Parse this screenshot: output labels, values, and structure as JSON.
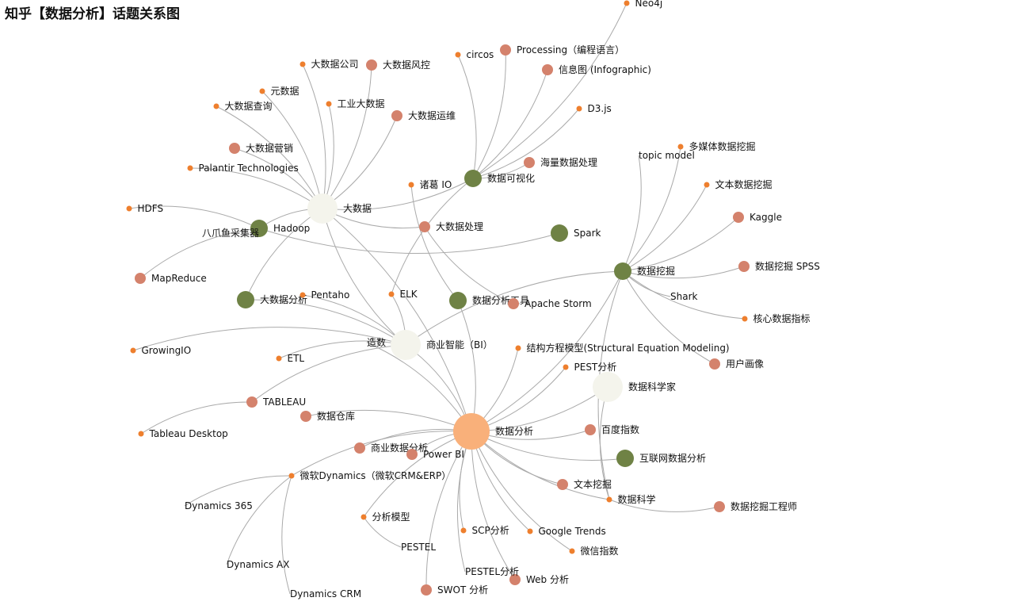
{
  "title": "知乎【数据分析】话题关系图",
  "colors": {
    "hub": "#f9b07a",
    "major": "#f4f4ec",
    "secondary": "#6f8245",
    "topic": "#d4826c",
    "leaf": "#ee7f2e",
    "link": "#aaaaaa",
    "text": "#111111"
  },
  "nodes": [
    {
      "id": "data-analysis",
      "label": "数据分析",
      "kind": "hub"
    },
    {
      "id": "bi",
      "label": "商业智能（BI）",
      "kind": "major"
    },
    {
      "id": "bigdata",
      "label": "大数据",
      "kind": "major"
    },
    {
      "id": "data-scientist",
      "label": "数据科学家",
      "kind": "major"
    },
    {
      "id": "hadoop",
      "label": "Hadoop",
      "kind": "secondary"
    },
    {
      "id": "bigdata-analysis",
      "label": "大数据分析",
      "kind": "secondary"
    },
    {
      "id": "visualization",
      "label": "数据可视化",
      "kind": "secondary"
    },
    {
      "id": "analysis-tools",
      "label": "数据分析工具",
      "kind": "secondary"
    },
    {
      "id": "spark",
      "label": "Spark",
      "kind": "secondary"
    },
    {
      "id": "data-mining",
      "label": "数据挖掘",
      "kind": "secondary"
    },
    {
      "id": "internet-analysis",
      "label": "互联网数据分析",
      "kind": "secondary"
    },
    {
      "id": "bigdata-risk",
      "label": "大数据风控",
      "kind": "topic"
    },
    {
      "id": "bigdata-ops",
      "label": "大数据运维",
      "kind": "topic"
    },
    {
      "id": "bigdata-marketing",
      "label": "大数据营销",
      "kind": "topic"
    },
    {
      "id": "mapreduce",
      "label": "MapReduce",
      "kind": "topic"
    },
    {
      "id": "processing",
      "label": "Processing（编程语言）",
      "kind": "topic"
    },
    {
      "id": "infographic",
      "label": "信息图 (Infographic)",
      "kind": "topic"
    },
    {
      "id": "massive-data",
      "label": "海量数据处理",
      "kind": "topic"
    },
    {
      "id": "bigdata-processing",
      "label": "大数据处理",
      "kind": "topic"
    },
    {
      "id": "apache-storm",
      "label": "Apache Storm",
      "kind": "topic"
    },
    {
      "id": "kaggle",
      "label": "Kaggle",
      "kind": "topic"
    },
    {
      "id": "spss",
      "label": "数据挖掘 SPSS",
      "kind": "topic"
    },
    {
      "id": "user-profile",
      "label": "用户画像",
      "kind": "topic"
    },
    {
      "id": "baidu-index",
      "label": "百度指数",
      "kind": "topic"
    },
    {
      "id": "text-mining",
      "label": "文本挖掘",
      "kind": "topic"
    },
    {
      "id": "dm-engineer",
      "label": "数据挖掘工程师",
      "kind": "topic"
    },
    {
      "id": "tableau",
      "label": "TABLEAU",
      "kind": "topic"
    },
    {
      "id": "data-warehouse",
      "label": "数据仓库",
      "kind": "topic"
    },
    {
      "id": "business-analysis",
      "label": "商业数据分析",
      "kind": "topic"
    },
    {
      "id": "power-bi",
      "label": "Power BI",
      "kind": "topic"
    },
    {
      "id": "web-analysis",
      "label": "Web 分析",
      "kind": "topic"
    },
    {
      "id": "swot",
      "label": "SWOT 分析",
      "kind": "topic"
    },
    {
      "id": "neo4j",
      "label": "Neo4j",
      "kind": "leaf"
    },
    {
      "id": "circos",
      "label": "circos",
      "kind": "leaf"
    },
    {
      "id": "d3js",
      "label": "D3.js",
      "kind": "leaf"
    },
    {
      "id": "bigdata-company",
      "label": "大数据公司",
      "kind": "leaf"
    },
    {
      "id": "metadata",
      "label": "元数据",
      "kind": "leaf"
    },
    {
      "id": "industrial-bigdata",
      "label": "工业大数据",
      "kind": "leaf"
    },
    {
      "id": "bigdata-query",
      "label": "大数据查询",
      "kind": "leaf"
    },
    {
      "id": "palantir",
      "label": "Palantir Technologies",
      "kind": "leaf"
    },
    {
      "id": "hdfs",
      "label": "HDFS",
      "kind": "leaf"
    },
    {
      "id": "zhuge-io",
      "label": "诸葛 IO",
      "kind": "leaf"
    },
    {
      "id": "multimedia-mining",
      "label": "多媒体数据挖掘",
      "kind": "leaf"
    },
    {
      "id": "text-data-mining",
      "label": "文本数据挖掘",
      "kind": "leaf"
    },
    {
      "id": "core-metrics",
      "label": "核心数据指标",
      "kind": "leaf"
    },
    {
      "id": "pentaho",
      "label": "Pentaho",
      "kind": "leaf"
    },
    {
      "id": "elk",
      "label": "ELK",
      "kind": "leaf"
    },
    {
      "id": "growingio",
      "label": "GrowingIO",
      "kind": "leaf"
    },
    {
      "id": "etl",
      "label": "ETL",
      "kind": "leaf"
    },
    {
      "id": "sem",
      "label": "结构方程模型(Structural Equation Modeling)",
      "kind": "leaf"
    },
    {
      "id": "pest-analysis",
      "label": "PEST分析",
      "kind": "leaf"
    },
    {
      "id": "tableau-desktop",
      "label": "Tableau Desktop",
      "kind": "leaf"
    },
    {
      "id": "dynamics",
      "label": "微软Dynamics（微软CRM&ERP）",
      "kind": "leaf"
    },
    {
      "id": "data-science",
      "label": "数据科学",
      "kind": "leaf"
    },
    {
      "id": "analysis-model",
      "label": "分析模型",
      "kind": "leaf"
    },
    {
      "id": "scp-analysis",
      "label": "SCP分析",
      "kind": "leaf"
    },
    {
      "id": "google-trends",
      "label": "Google Trends",
      "kind": "leaf"
    },
    {
      "id": "wechat-index",
      "label": "微信指数",
      "kind": "leaf"
    },
    {
      "id": "topic-model",
      "label": "topic model",
      "kind": "plain"
    },
    {
      "id": "shark",
      "label": "Shark",
      "kind": "plain"
    },
    {
      "id": "bazhuayu",
      "label": "八爪鱼采集器",
      "kind": "plain"
    },
    {
      "id": "zaoshu",
      "label": "造数",
      "kind": "plain"
    },
    {
      "id": "dynamics-365",
      "label": "Dynamics 365",
      "kind": "plain"
    },
    {
      "id": "dynamics-ax",
      "label": "Dynamics AX",
      "kind": "plain"
    },
    {
      "id": "dynamics-crm",
      "label": "Dynamics CRM",
      "kind": "plain"
    },
    {
      "id": "pestel",
      "label": "PESTEL",
      "kind": "plain"
    },
    {
      "id": "pestel-analysis",
      "label": "PESTEL分析",
      "kind": "plain"
    }
  ],
  "links": [
    [
      "data-analysis",
      "bi"
    ],
    [
      "data-analysis",
      "bigdata"
    ],
    [
      "data-analysis",
      "data-scientist"
    ],
    [
      "data-analysis",
      "analysis-tools"
    ],
    [
      "data-analysis",
      "sem"
    ],
    [
      "data-analysis",
      "pest-analysis"
    ],
    [
      "data-analysis",
      "baidu-index"
    ],
    [
      "data-analysis",
      "internet-analysis"
    ],
    [
      "data-analysis",
      "text-mining"
    ],
    [
      "data-analysis",
      "data-science"
    ],
    [
      "data-analysis",
      "google-trends"
    ],
    [
      "data-analysis",
      "wechat-index"
    ],
    [
      "data-analysis",
      "web-analysis"
    ],
    [
      "data-analysis",
      "swot"
    ],
    [
      "data-analysis",
      "pestel-analysis"
    ],
    [
      "data-analysis",
      "scp-analysis"
    ],
    [
      "data-analysis",
      "analysis-model"
    ],
    [
      "data-analysis",
      "dynamics"
    ],
    [
      "data-analysis",
      "power-bi"
    ],
    [
      "data-analysis",
      "business-analysis"
    ],
    [
      "data-analysis",
      "data-warehouse"
    ],
    [
      "data-analysis",
      "zaoshu"
    ],
    [
      "data-analysis",
      "data-mining"
    ],
    [
      "bigdata",
      "hadoop"
    ],
    [
      "bigdata",
      "bigdata-analysis"
    ],
    [
      "bigdata",
      "bigdata-company"
    ],
    [
      "bigdata",
      "bigdata-risk"
    ],
    [
      "bigdata",
      "metadata"
    ],
    [
      "bigdata",
      "industrial-bigdata"
    ],
    [
      "bigdata",
      "bigdata-query"
    ],
    [
      "bigdata",
      "bigdata-ops"
    ],
    [
      "bigdata",
      "bigdata-marketing"
    ],
    [
      "bigdata",
      "palantir"
    ],
    [
      "bigdata",
      "bigdata-processing"
    ],
    [
      "bigdata",
      "bi"
    ],
    [
      "bigdata",
      "visualization"
    ],
    [
      "hadoop",
      "hdfs"
    ],
    [
      "hadoop",
      "mapreduce"
    ],
    [
      "hadoop",
      "spark"
    ],
    [
      "visualization",
      "neo4j"
    ],
    [
      "visualization",
      "circos"
    ],
    [
      "visualization",
      "processing"
    ],
    [
      "visualization",
      "infographic"
    ],
    [
      "visualization",
      "d3js"
    ],
    [
      "visualization",
      "massive-data"
    ],
    [
      "visualization",
      "elk"
    ],
    [
      "bigdata-processing",
      "apache-storm"
    ],
    [
      "zhuge-io",
      "analysis-tools"
    ],
    [
      "data-mining",
      "topic-model"
    ],
    [
      "data-mining",
      "multimedia-mining"
    ],
    [
      "data-mining",
      "text-data-mining"
    ],
    [
      "data-mining",
      "kaggle"
    ],
    [
      "data-mining",
      "spss"
    ],
    [
      "data-mining",
      "shark"
    ],
    [
      "data-mining",
      "core-metrics"
    ],
    [
      "data-mining",
      "user-profile"
    ],
    [
      "data-mining",
      "bi"
    ],
    [
      "data-mining",
      "data-science"
    ],
    [
      "bi",
      "pentaho"
    ],
    [
      "bi",
      "elk"
    ],
    [
      "bi",
      "growingio"
    ],
    [
      "bi",
      "etl"
    ],
    [
      "bi",
      "tableau"
    ],
    [
      "bi",
      "bigdata-analysis"
    ],
    [
      "tableau",
      "tableau-desktop"
    ],
    [
      "dynamics",
      "dynamics-365"
    ],
    [
      "dynamics",
      "dynamics-ax"
    ],
    [
      "dynamics",
      "dynamics-crm"
    ],
    [
      "analysis-model",
      "pestel"
    ],
    [
      "data-science",
      "dm-engineer"
    ],
    [
      "data-scientist",
      "data-science"
    ]
  ]
}
